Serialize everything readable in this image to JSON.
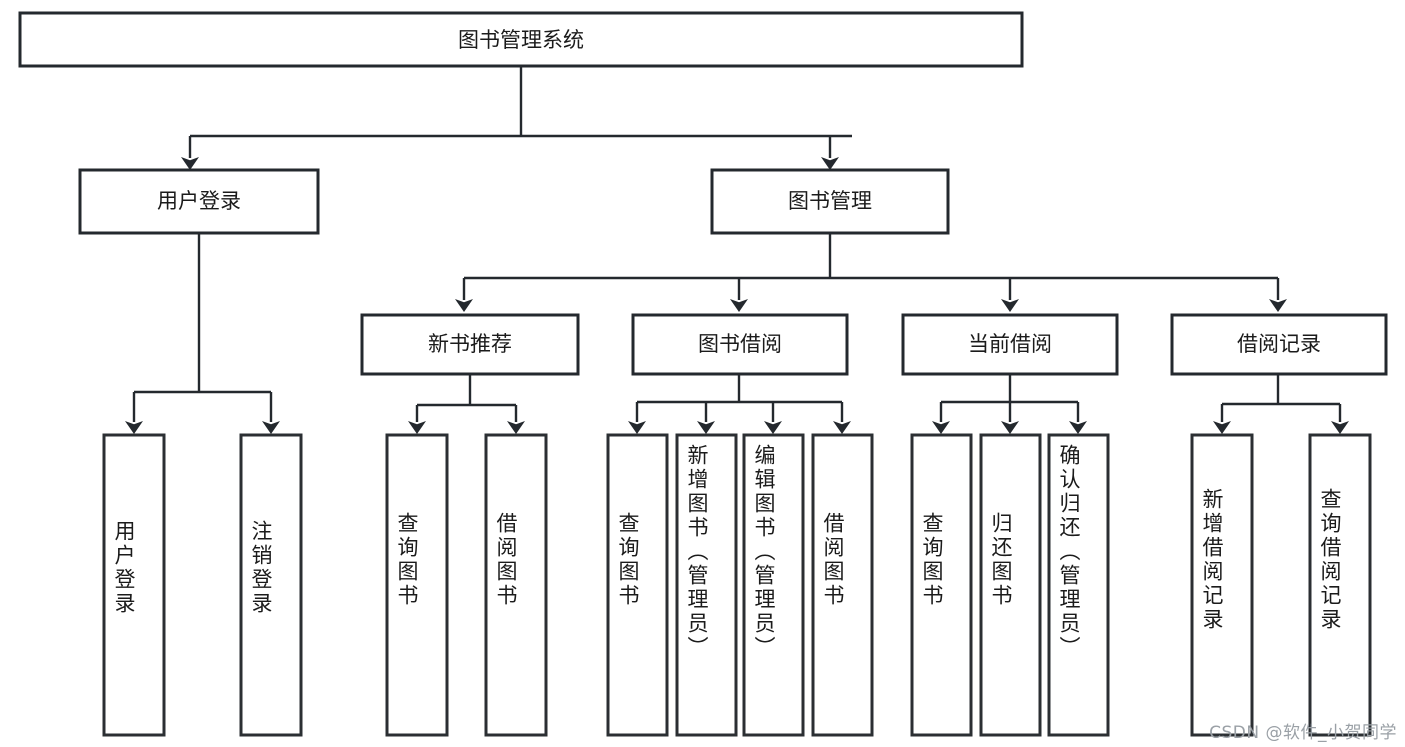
{
  "diagram": {
    "type": "tree",
    "title": "图书管理系统",
    "root": {
      "label": "图书管理系统"
    },
    "level2": [
      {
        "label": "用户登录"
      },
      {
        "label": "图书管理"
      }
    ],
    "level3": [
      {
        "label": "新书推荐"
      },
      {
        "label": "图书借阅"
      },
      {
        "label": "当前借阅"
      },
      {
        "label": "借阅记录"
      }
    ],
    "leaves": {
      "user_login": [
        {
          "label": "用户登录"
        },
        {
          "label": "注销登录"
        }
      ],
      "new_book_recommend": [
        {
          "label": "查询图书"
        },
        {
          "label": "借阅图书"
        }
      ],
      "book_borrow": [
        {
          "label": "查询图书"
        },
        {
          "label": "新增图书（管理员）"
        },
        {
          "label": "编辑图书（管理员）"
        },
        {
          "label": "借阅图书"
        }
      ],
      "current_borrow": [
        {
          "label": "查询图书"
        },
        {
          "label": "归还图书"
        },
        {
          "label": "确认归还（管理员）"
        }
      ],
      "borrow_record": [
        {
          "label": "新增借阅记录"
        },
        {
          "label": "查询借阅记录"
        }
      ]
    },
    "colors": {
      "box_stroke": "#24292e",
      "box_fill": "#ffffff",
      "text": "#1b1b1b",
      "background": "#ffffff",
      "watermark": "#9aa0a6"
    }
  },
  "watermark": {
    "text": "CSDN @软件_小贺同学"
  }
}
